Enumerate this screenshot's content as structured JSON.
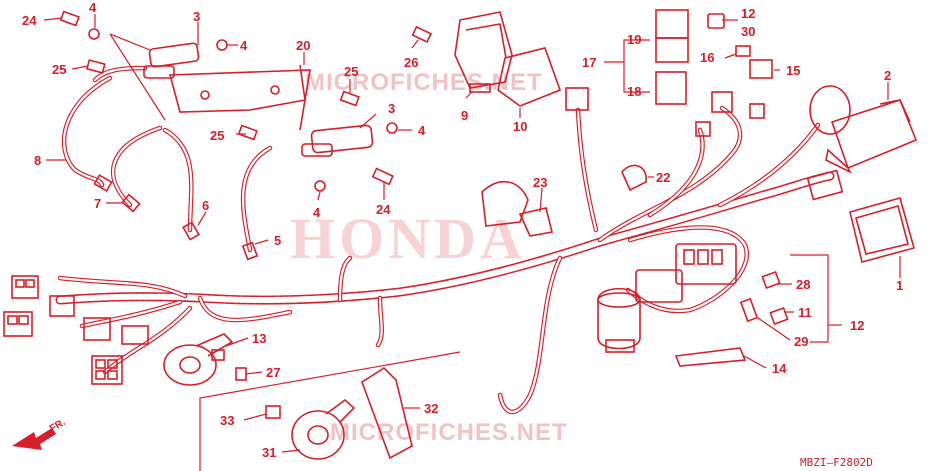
{
  "diagram": {
    "accent_color": "#d81e2a",
    "drawing_code": "MBZI—F2802D",
    "front_marker": "FR.",
    "watermark_site": "MICROFICHES.NET",
    "watermark_brand": "HONDA",
    "callouts": [
      {
        "id": "c24a",
        "text": "24"
      },
      {
        "id": "c4a",
        "text": "4"
      },
      {
        "id": "c3a",
        "text": "3"
      },
      {
        "id": "c4b",
        "text": "4"
      },
      {
        "id": "c25a",
        "text": "25"
      },
      {
        "id": "c20",
        "text": "20"
      },
      {
        "id": "c25b",
        "text": "25"
      },
      {
        "id": "c26",
        "text": "26"
      },
      {
        "id": "c9",
        "text": "9"
      },
      {
        "id": "c10",
        "text": "10"
      },
      {
        "id": "c19",
        "text": "19"
      },
      {
        "id": "c17",
        "text": "17"
      },
      {
        "id": "c18",
        "text": "18"
      },
      {
        "id": "c12a",
        "text": "12"
      },
      {
        "id": "c30",
        "text": "30"
      },
      {
        "id": "c16",
        "text": "16"
      },
      {
        "id": "c15",
        "text": "15"
      },
      {
        "id": "c2",
        "text": "2"
      },
      {
        "id": "c3b",
        "text": "3"
      },
      {
        "id": "c4c",
        "text": "4"
      },
      {
        "id": "c25c",
        "text": "25"
      },
      {
        "id": "c8",
        "text": "8"
      },
      {
        "id": "c7",
        "text": "7"
      },
      {
        "id": "c6",
        "text": "6"
      },
      {
        "id": "c5",
        "text": "5"
      },
      {
        "id": "c4d",
        "text": "4"
      },
      {
        "id": "c24b",
        "text": "24"
      },
      {
        "id": "c23",
        "text": "23"
      },
      {
        "id": "c22",
        "text": "22"
      },
      {
        "id": "c1",
        "text": "1"
      },
      {
        "id": "c28",
        "text": "28"
      },
      {
        "id": "c11",
        "text": "11"
      },
      {
        "id": "c12b",
        "text": "12"
      },
      {
        "id": "c29",
        "text": "29"
      },
      {
        "id": "c14",
        "text": "14"
      },
      {
        "id": "c13",
        "text": "13"
      },
      {
        "id": "c27",
        "text": "27"
      },
      {
        "id": "c33",
        "text": "33"
      },
      {
        "id": "c32",
        "text": "32"
      },
      {
        "id": "c31",
        "text": "31"
      }
    ]
  }
}
